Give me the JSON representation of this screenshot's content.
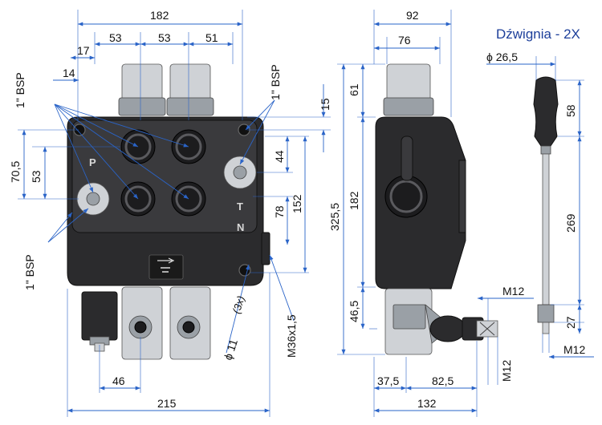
{
  "title": "Dźwignia - 2X",
  "front": {
    "dims": {
      "overall_top": "182",
      "seg_a": "53",
      "seg_b": "53",
      "seg_c": "51",
      "left_17": "17",
      "left_14": "14",
      "v_70_5": "70,5",
      "v_53": "53",
      "v_15": "15",
      "v_44": "44",
      "v_78": "78",
      "v_152": "152",
      "bottom_46": "46",
      "bottom_215": "215",
      "hole": "ϕ 11",
      "hole_count": "(3x)",
      "thread": "M36x1,5"
    },
    "labels": {
      "bsp_tl": "1\" BSP",
      "bsp_tr": "1\" BSP",
      "bsp_bl": "1\" BSP",
      "P": "P",
      "T": "T",
      "N": "N"
    }
  },
  "side": {
    "dims": {
      "top_92": "92",
      "top_76": "76",
      "v_61": "61",
      "v_182": "182",
      "v_325_5": "325,5",
      "v_46_5": "46,5",
      "m12_top": "M12",
      "m12_side": "M12",
      "b_37_5": "37,5",
      "b_82_5": "82,5",
      "b_132": "132"
    }
  },
  "lever": {
    "dims": {
      "dia": "ϕ 26,5",
      "v_58": "58",
      "v_269": "269",
      "v_27": "27",
      "m12": "M12"
    }
  }
}
